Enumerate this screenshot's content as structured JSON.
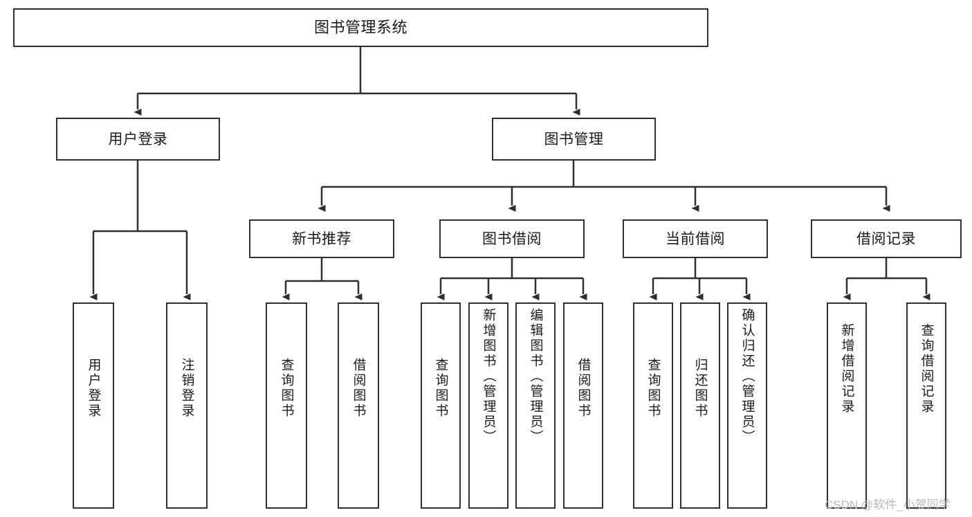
{
  "diagram": {
    "type": "tree-hierarchy-chart",
    "title": "图书管理系统",
    "levels": 4,
    "root": {
      "id": "root",
      "label": "图书管理系统"
    },
    "level2": [
      {
        "id": "user-login",
        "label": "用户登录"
      },
      {
        "id": "book-manage",
        "label": "图书管理"
      }
    ],
    "level3": [
      {
        "id": "new-book-rec",
        "label": "新书推荐",
        "parent": "book-manage"
      },
      {
        "id": "book-borrow",
        "label": "图书借阅",
        "parent": "book-manage"
      },
      {
        "id": "current-borrow",
        "label": "当前借阅",
        "parent": "book-manage"
      },
      {
        "id": "borrow-record",
        "label": "借阅记录",
        "parent": "book-manage"
      }
    ],
    "leaves": [
      {
        "id": "leaf-user-login",
        "label": "用户登录",
        "parent": "user-login"
      },
      {
        "id": "leaf-logout",
        "label": "注销登录",
        "parent": "user-login"
      },
      {
        "id": "leaf-query-book-1",
        "label": "查询图书",
        "parent": "new-book-rec"
      },
      {
        "id": "leaf-borrow-book-1",
        "label": "借阅图书",
        "parent": "new-book-rec"
      },
      {
        "id": "leaf-query-book-2",
        "label": "查询图书",
        "parent": "book-borrow"
      },
      {
        "id": "leaf-add-book",
        "label": "新增图书（管理员）",
        "parent": "book-borrow"
      },
      {
        "id": "leaf-edit-book",
        "label": "编辑图书（管理员）",
        "parent": "book-borrow"
      },
      {
        "id": "leaf-borrow-book-2",
        "label": "借阅图书",
        "parent": "book-borrow"
      },
      {
        "id": "leaf-query-book-3",
        "label": "查询图书",
        "parent": "current-borrow"
      },
      {
        "id": "leaf-return-book",
        "label": "归还图书",
        "parent": "current-borrow"
      },
      {
        "id": "leaf-confirm-return",
        "label": "确认归还（管理员）",
        "parent": "current-borrow"
      },
      {
        "id": "leaf-add-record",
        "label": "新增借阅记录",
        "parent": "borrow-record"
      },
      {
        "id": "leaf-query-record",
        "label": "查询借阅记录",
        "parent": "borrow-record"
      }
    ]
  },
  "watermark": {
    "text": "CSDN @软件_小贺同学"
  },
  "colors": {
    "stroke": "#2e2e2e",
    "background": "#ffffff",
    "text": "#1a1a1a",
    "watermark": "#b9b9b9"
  }
}
